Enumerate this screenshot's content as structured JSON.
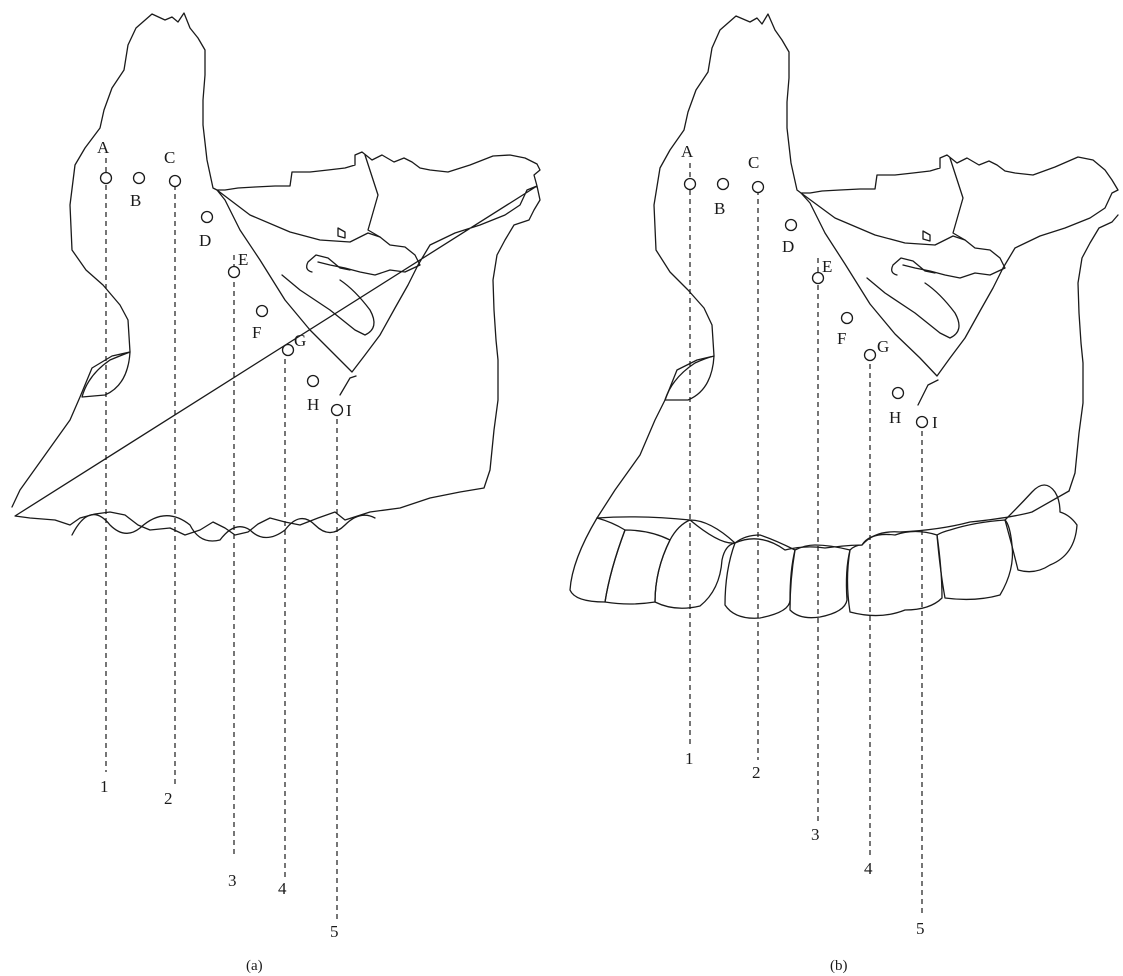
{
  "panels": [
    {
      "caption": "(a)",
      "points": [
        {
          "label": "A"
        },
        {
          "label": "B"
        },
        {
          "label": "C"
        },
        {
          "label": "D"
        },
        {
          "label": "E"
        },
        {
          "label": "F"
        },
        {
          "label": "G"
        },
        {
          "label": "H"
        },
        {
          "label": "I"
        }
      ],
      "lines": [
        {
          "label": "1"
        },
        {
          "label": "2"
        },
        {
          "label": "3"
        },
        {
          "label": "4"
        },
        {
          "label": "5"
        }
      ]
    },
    {
      "caption": "(b)",
      "points": [
        {
          "label": "A"
        },
        {
          "label": "B"
        },
        {
          "label": "C"
        },
        {
          "label": "D"
        },
        {
          "label": "E"
        },
        {
          "label": "F"
        },
        {
          "label": "G"
        },
        {
          "label": "H"
        },
        {
          "label": "I"
        }
      ],
      "lines": [
        {
          "label": "1"
        },
        {
          "label": "2"
        },
        {
          "label": "3"
        },
        {
          "label": "4"
        },
        {
          "label": "5"
        }
      ]
    }
  ]
}
